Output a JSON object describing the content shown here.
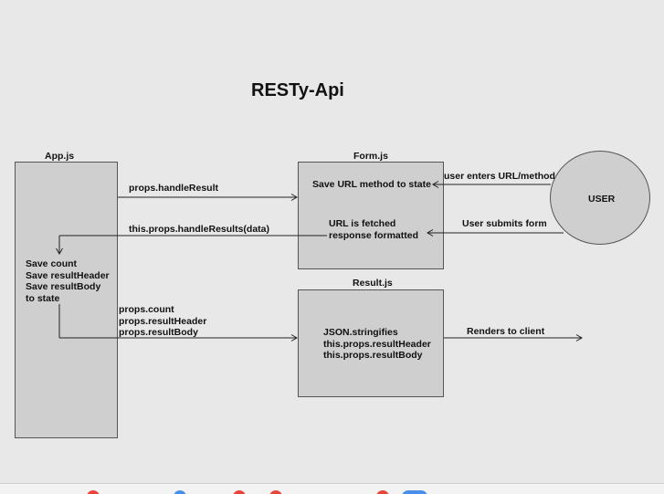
{
  "title": "RESTy-Api",
  "components": {
    "app": {
      "label": "App.js",
      "text": [
        "Save count",
        "Save resultHeader",
        "Save resultBody",
        "to state"
      ]
    },
    "form": {
      "label": "Form.js",
      "text_top": "Save URL method to state",
      "text_bottom": [
        "URL is fetched",
        "response formatted"
      ]
    },
    "result": {
      "label": "Result.js",
      "text": [
        "JSON.stringifies",
        "this.props.resultHeader",
        "this.props.resultBody"
      ]
    },
    "user": {
      "label": "USER"
    }
  },
  "edges": {
    "handle_result": "props.handleResult",
    "handle_results_data": "this.props.handleResults(data)",
    "props_list": [
      "props.count",
      "props.resultHeader",
      "props.resultBody"
    ],
    "user_enters": "user enters URL/method",
    "user_submits": "User submits form",
    "renders": "Renders to client"
  },
  "taskbar": {
    "icon_colors": [
      "#e8453c",
      "#e8453c",
      "#4a8fe7",
      "#e8453c",
      "#e8453c",
      "#4a8fe7"
    ]
  }
}
